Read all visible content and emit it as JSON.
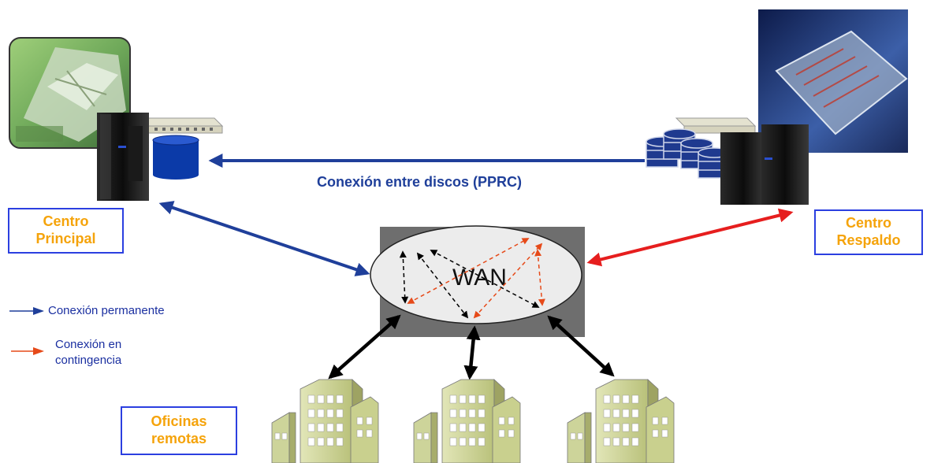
{
  "diagram": {
    "wan_label": "WAN",
    "pprc_label": "Conexión entre discos (PPRC)",
    "centro_principal": {
      "line1": "Centro",
      "line2": "Principal"
    },
    "centro_respaldo": {
      "line1": "Centro",
      "line2": "Respaldo"
    },
    "oficinas": {
      "line1": "Oficinas",
      "line2": "remotas"
    },
    "legend": {
      "permanent": "Conexión permanente",
      "contingency_line1": "Conexión en",
      "contingency_line2": "contingencia"
    }
  },
  "colors": {
    "permanent_link": "#1f3f9a",
    "contingency_link": "#e61e1e",
    "wan_dashed_red": "#e64a19",
    "label_text": "#f5a30a",
    "label_border": "#2b3fe0",
    "wan_backdrop": "#6e6e6e"
  }
}
